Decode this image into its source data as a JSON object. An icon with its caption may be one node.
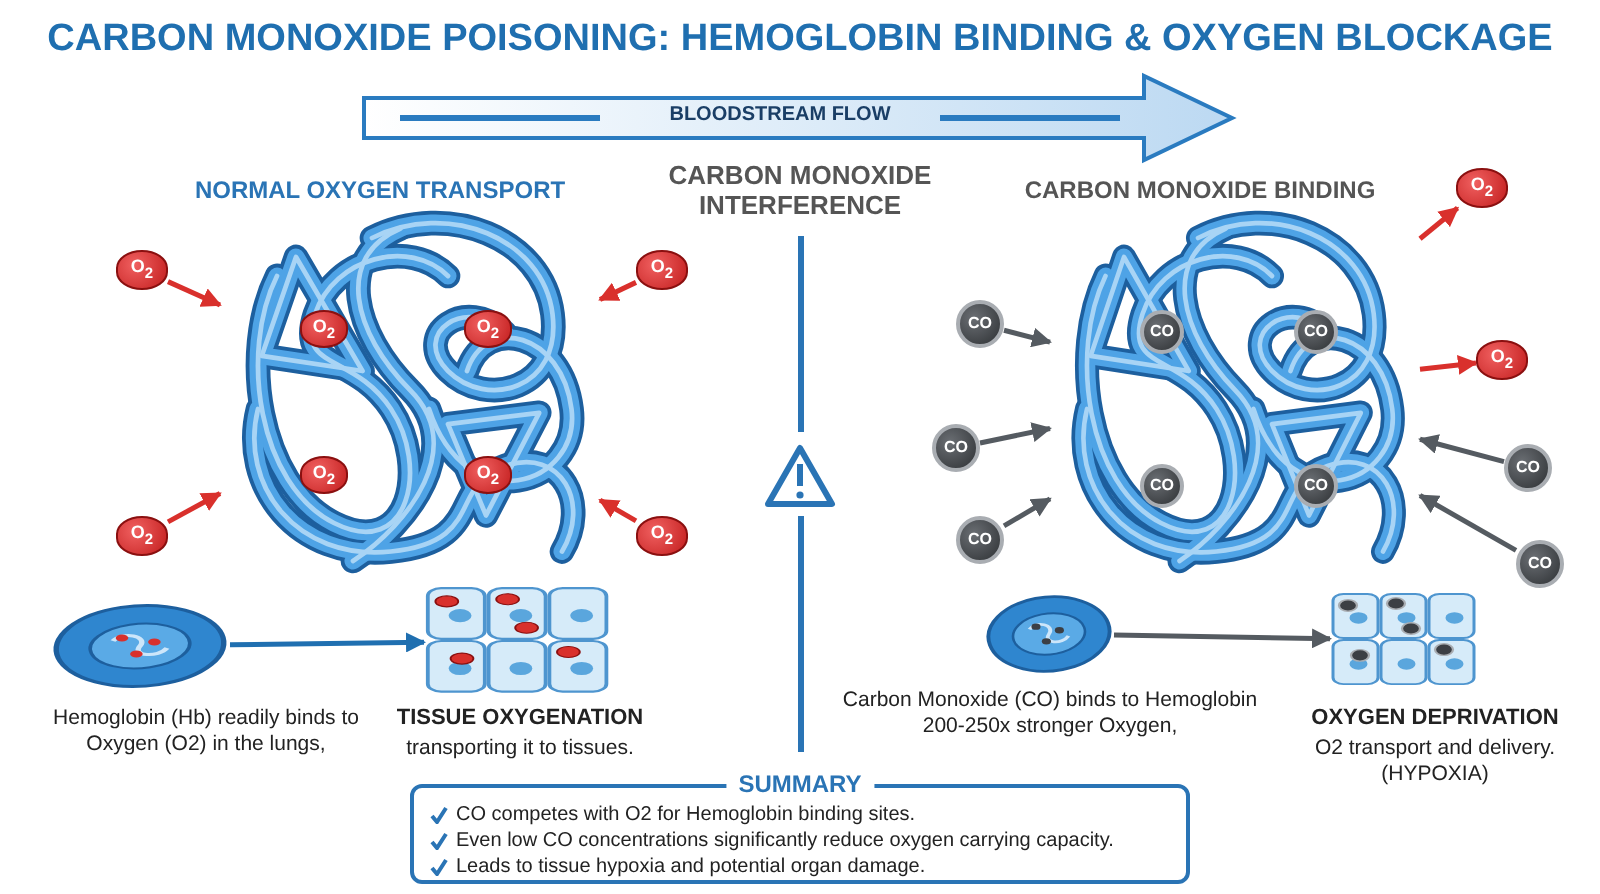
{
  "diagram": {
    "title": "CARBON MONOXIDE POISONING: HEMOGLOBIN BINDING & OXYGEN BLOCKAGE",
    "nodes": [
      {
        "text": [],
        "shape": "picture"
      },
      {
        "text": [
          "O$_{2}$"
        ]
      },
      {
        "text": [
          "O$_{2}$"
        ]
      },
      {
        "text": [
          "O$_{2}$"
        ]
      },
      {
        "text": [
          "O$_{2}$"
        ]
      },
      {
        "text": [
          "O$_{2}$"
        ],
        "in": 0
      },
      {
        "text": [
          "O$_{2}$"
        ],
        "in": 0
      },
      {
        "text": [
          "O$_{2}$"
        ],
        "in": 0
      },
      {
        "text": [
          "O$_{2}$"
        ],
        "in": 0
      },
      {
        "text": [],
        "shape": "picture",
        "beside": [
          "Hemoglobin (Hb) readily binds to Oxygen (O2) in the lungs,"
        ]
      },
      {
        "text": [],
        "shape": "picture",
        "beside": [
          "TISSUE OXYGENATION",
          "transporting it to tissues."
        ]
      },
      {
        "text": [],
        "shape": "picture"
      },
      {
        "text": [
          "CO"
        ]
      },
      {
        "text": [
          "CO"
        ]
      },
      {
        "text": [
          "CO"
        ]
      },
      {
        "text": [
          "CO"
        ]
      },
      {
        "text": [
          "CO"
        ]
      },
      {
        "text": [
          "CO"
        ],
        "in": 11
      },
      {
        "text": [
          "CO"
        ],
        "in": 11
      },
      {
        "text": [
          "CO"
        ],
        "in": 11
      },
      {
        "text": [
          "CO"
        ],
        "in": 11
      },
      {
        "text": [
          "O$_{2}$"
        ]
      },
      {
        "text": [
          "O$_{2}$"
        ]
      },
      {
        "text": [],
        "shape": "picture",
        "beside": [
          "Carbon Monoxide (CO) binds to Hemoglobin 200-250x stronger Oxygen,"
        ]
      },
      {
        "text": [],
        "shape": "picture",
        "beside": [
          "OXYGEN DEPRIVATION",
          "O2 transport and delivery. (HYPOXIA)"
        ]
      },
      {
        "text": [
          "SUMMARY",
          "CO competes with O2 for Hemoglobin binding sites.",
          "Even low CO concentrations significantly reduce oxygen carrying capacity.",
          "Leads to tissue hypoxia and potential organ damage."
        ]
      }
    ],
    "edges": [
      {
        "from": 1,
        "to": 0,
        "arrow": "to",
        "color": "#d9302c"
      },
      {
        "from": 2,
        "to": 0,
        "arrow": "to",
        "color": "#d9302c"
      },
      {
        "from": 3,
        "to": 0,
        "arrow": "to",
        "color": "#d9302c"
      },
      {
        "from": 4,
        "to": 0,
        "arrow": "to",
        "color": "#d9302c"
      },
      {
        "from": 9,
        "to": 10,
        "arrow": "to",
        "color": "#1f6fb0"
      },
      {
        "from": 12,
        "to": 11,
        "arrow": "to",
        "color": "#555b61"
      },
      {
        "from": 13,
        "to": 11,
        "arrow": "to",
        "color": "#555b61"
      },
      {
        "from": 14,
        "to": 11,
        "arrow": "to",
        "color": "#555b61"
      },
      {
        "from": 15,
        "to": 11,
        "arrow": "to",
        "color": "#555b61"
      },
      {
        "from": 16,
        "to": 11,
        "arrow": "to",
        "color": "#555b61"
      },
      {
        "from": 11,
        "to": 21,
        "arrow": "to",
        "color": "#d9302c"
      },
      {
        "from": 11,
        "to": 22,
        "arrow": "to",
        "color": "#d9302c"
      },
      {
        "from": 23,
        "to": 24,
        "arrow": "to",
        "color": "#555b61"
      }
    ],
    "labels": [
      "BLOODSTREAM FLOW",
      "NORMAL OXYGEN TRANSPORT",
      "CARBON MONOXIDE INTERFERENCE",
      "CARBON MONOXIDE BINDING"
    ]
  }
}
